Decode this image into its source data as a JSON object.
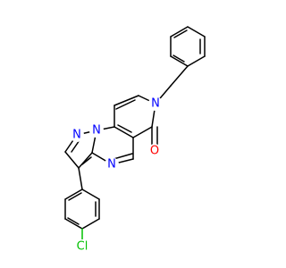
{
  "molecule": {
    "atoms": [
      {
        "id": "n-ring-pyridone",
        "label": "N",
        "color": "#0000ff"
      },
      {
        "id": "n-bridgehead",
        "label": "N",
        "color": "#0000ff"
      },
      {
        "id": "n-pyrazole",
        "label": "N",
        "color": "#0000ff"
      },
      {
        "id": "n-pyrimidine",
        "label": "N",
        "color": "#0000ff"
      },
      {
        "id": "o-carbonyl",
        "label": "O",
        "color": "#ff0000"
      },
      {
        "id": "cl-substituent",
        "label": "Cl",
        "color": "#00c000"
      }
    ]
  }
}
